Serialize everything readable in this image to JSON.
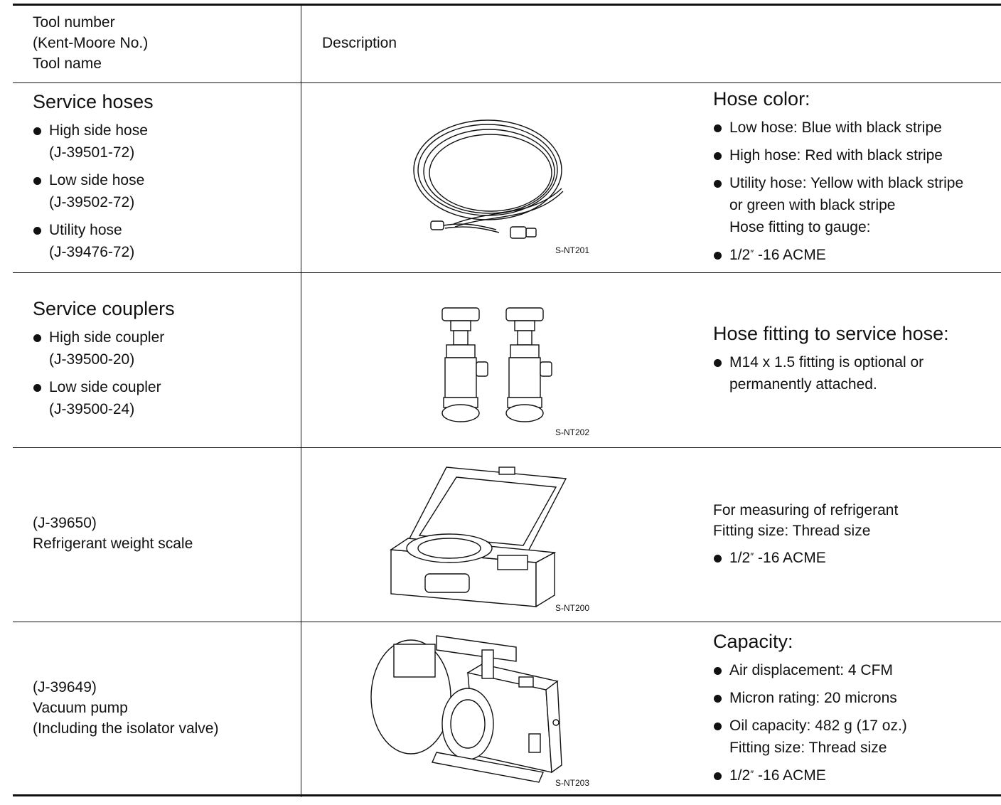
{
  "header": {
    "tool_col": [
      "Tool number",
      "(Kent-Moore No.)",
      "Tool name"
    ],
    "desc_col": "Description"
  },
  "rows": [
    {
      "tool_title": "Service hoses",
      "tool_items": [
        {
          "name": "High side hose",
          "number": "(J-39501-72)"
        },
        {
          "name": "Low side hose",
          "number": "(J-39502-72)"
        },
        {
          "name": "Utility hose",
          "number": "(J-39476-72)"
        }
      ],
      "figure_code": "S-NT201",
      "desc_title": "Hose color:",
      "desc_bullets": [
        "Low hose: Blue with black stripe",
        "High hose: Red with black stripe",
        "Utility hose: Yellow with black stripe"
      ],
      "desc_cont": [
        "or green with black stripe",
        "Hose fitting to gauge:"
      ],
      "fitting": {
        "size": "1/2",
        "mark": "″",
        "thread": "-16 ACME"
      }
    },
    {
      "tool_title": "Service couplers",
      "tool_items": [
        {
          "name": "High side coupler",
          "number": "(J-39500-20)"
        },
        {
          "name": "Low side coupler",
          "number": "(J-39500-24)"
        }
      ],
      "figure_code": "S-NT202",
      "desc_title": "Hose fitting to service hose:",
      "desc_bullet": "M14 x 1.5 fitting is optional or",
      "desc_cont": "permanently attached."
    },
    {
      "tool_lines": [
        "(J-39650)",
        "Refrigerant weight scale"
      ],
      "figure_code": "S-NT200",
      "desc_lines": [
        "For measuring of refrigerant",
        "Fitting size: Thread size"
      ],
      "fitting": {
        "size": "1/2",
        "mark": "″",
        "thread": "-16 ACME"
      }
    },
    {
      "tool_lines": [
        "(J-39649)",
        "Vacuum pump",
        "(Including the isolator valve)"
      ],
      "figure_code": "S-NT203",
      "desc_title": "Capacity:",
      "desc_bullets": [
        "Air displacement: 4 CFM",
        "Micron rating: 20 microns",
        "Oil capacity: 482 g (17 oz.)"
      ],
      "desc_cont": "Fitting size: Thread size",
      "fitting": {
        "size": "1/2",
        "mark": "″",
        "thread": "-16 ACME"
      }
    }
  ]
}
